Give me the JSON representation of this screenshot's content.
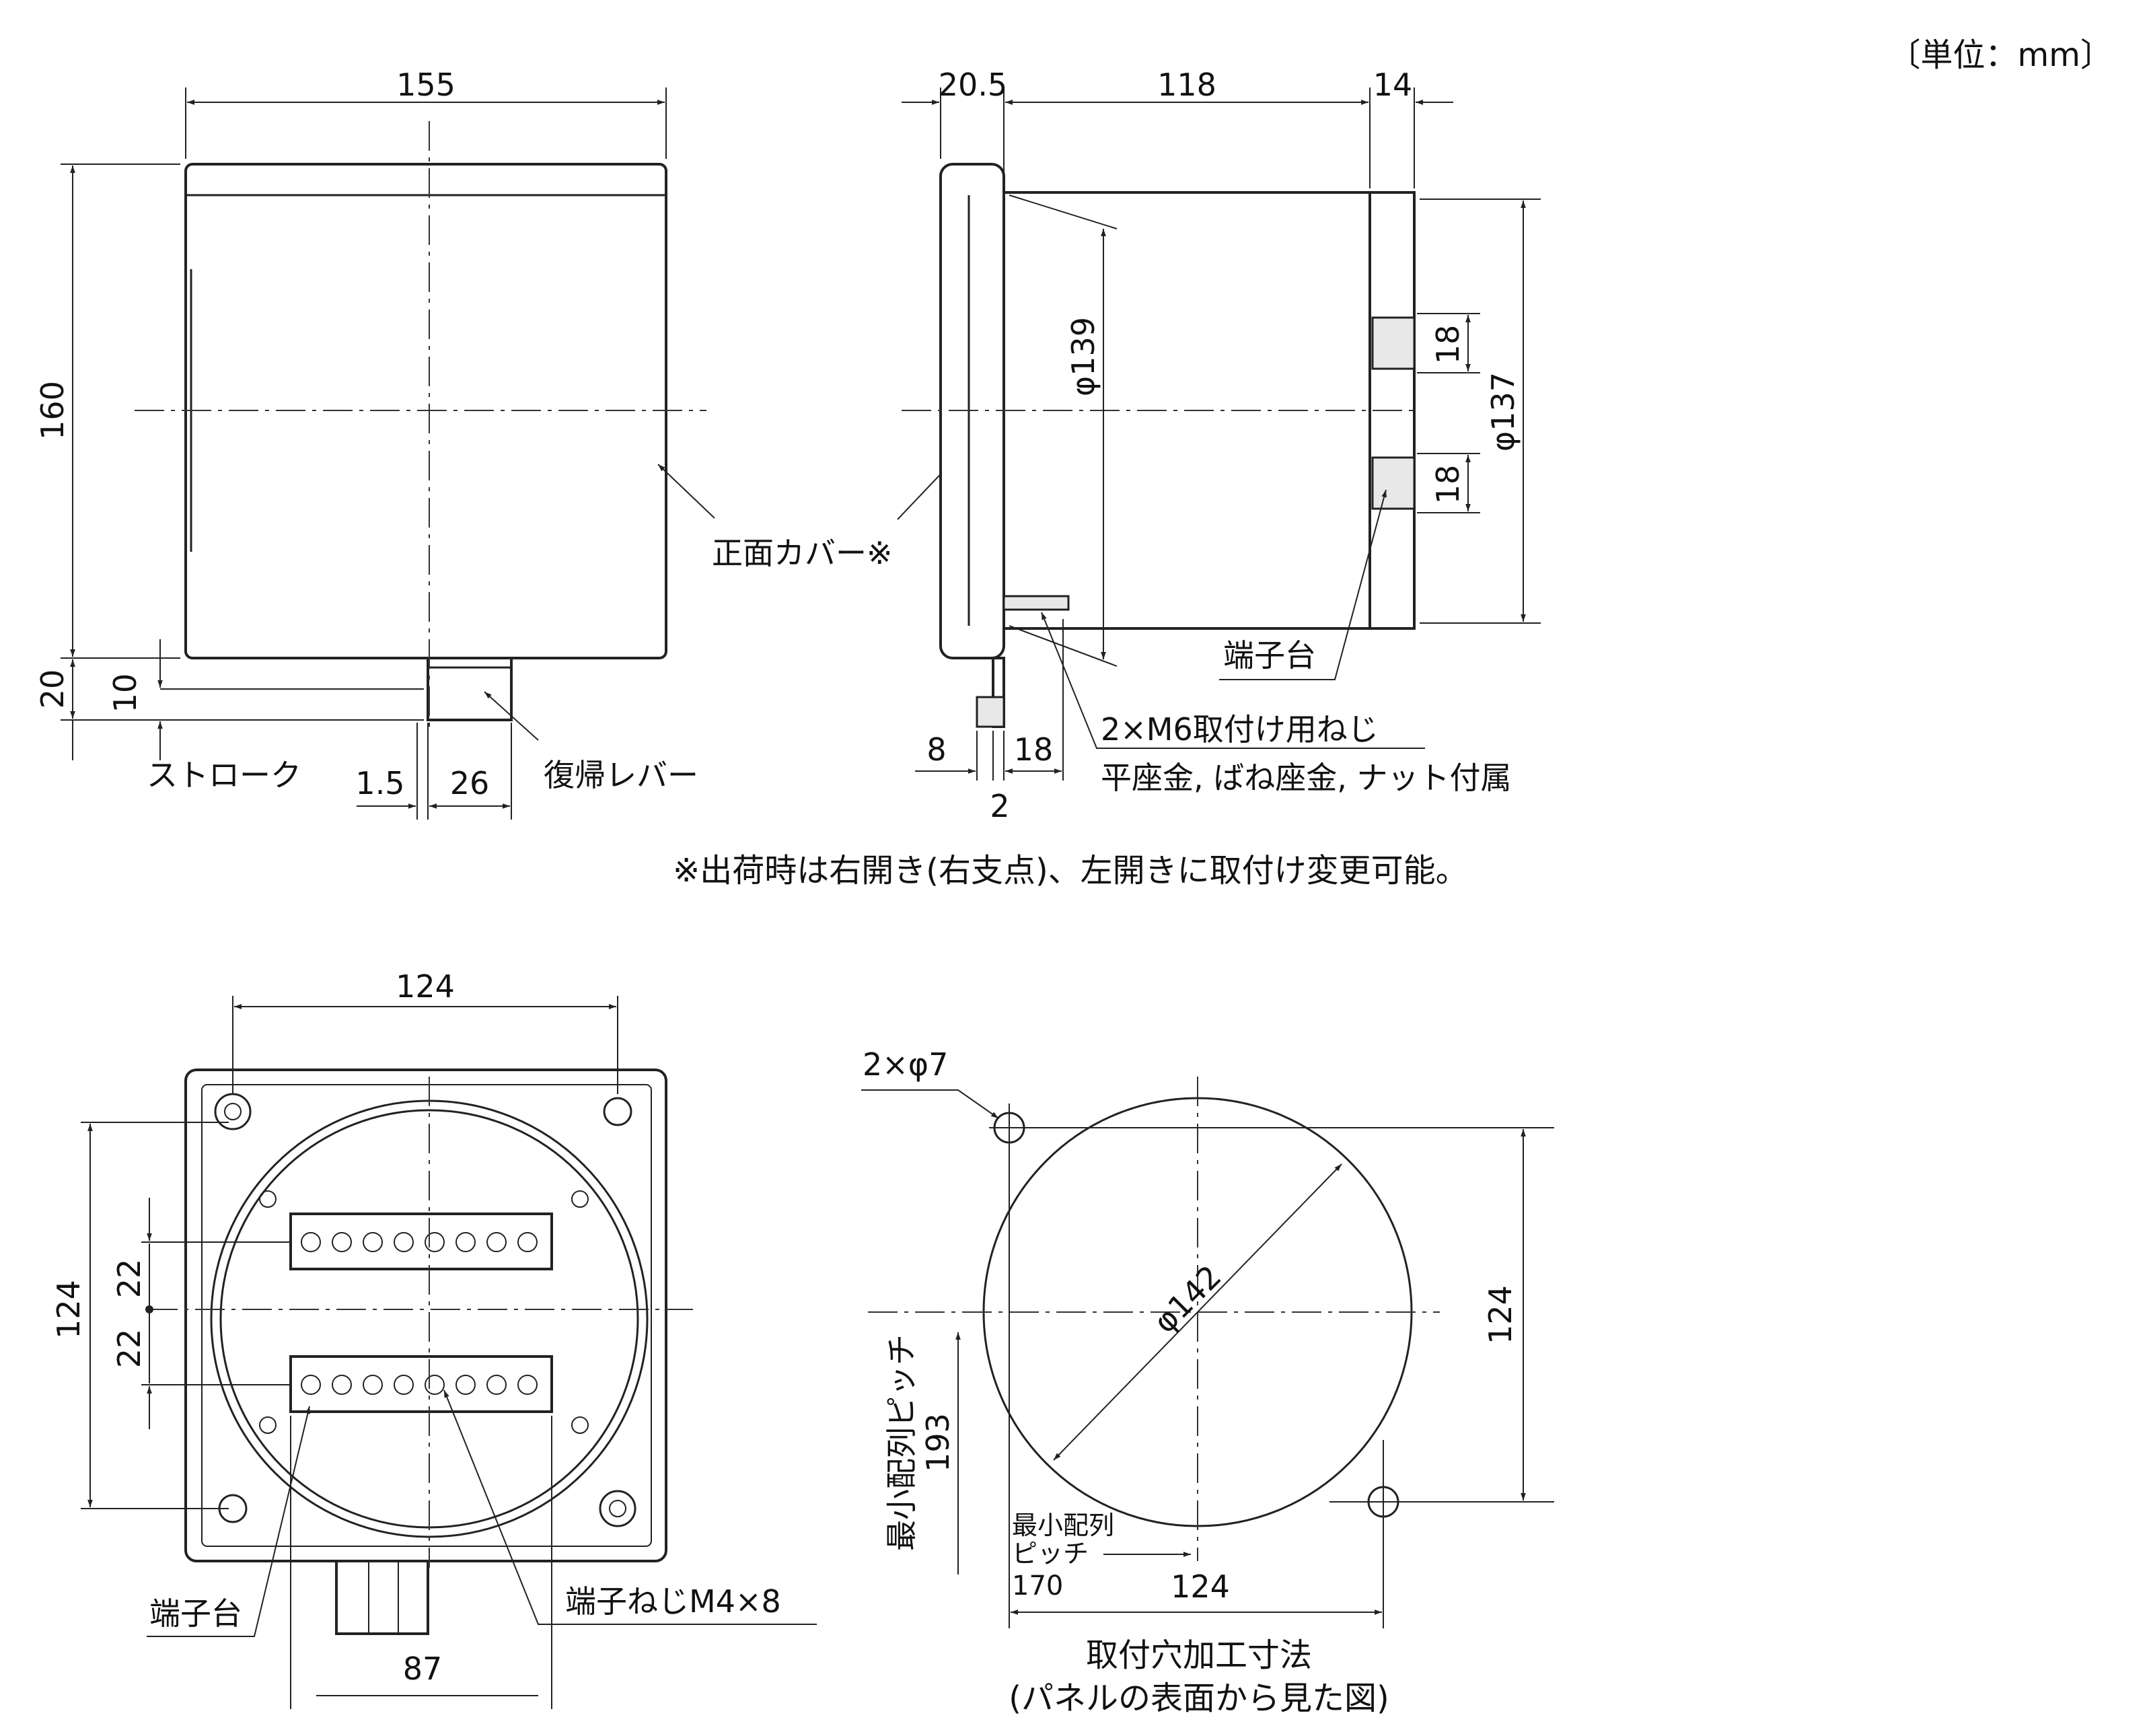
{
  "unit_note": "〔単位：mm〕",
  "colors": {
    "line": "#222222",
    "background": "#ffffff"
  },
  "front_view": {
    "width": "155",
    "height": "160",
    "lever_extension": "20",
    "stroke_value": "10",
    "offset": "1.5",
    "lever_width": "26",
    "stroke_label": "ストローク",
    "lever_label": "復帰レバー",
    "cover_label": "正面カバー※"
  },
  "side_view": {
    "dim_front": "20.5",
    "dim_body": "118",
    "dim_rear": "14",
    "phi_body": "φ139",
    "phi_rear": "φ137",
    "terminal_h1": "18",
    "terminal_h2": "18",
    "screw_8": "8",
    "screw_18": "18",
    "screw_2": "2",
    "terminal_label": "端子台",
    "screw_label": "2×M6取付け用ねじ",
    "screw_sub": "平座金, ばね座金, ナット付属"
  },
  "footnote": "※出荷時は右開き(右支点)、左開きに取付け変更可能。",
  "rear_view": {
    "pitch_h": "124",
    "pitch_v": "124",
    "row_a": "22",
    "row_b": "22",
    "bottom": "87",
    "terminal_label": "端子台",
    "screw_label": "端子ねじM4×8"
  },
  "panel_cutout": {
    "hole": "2×φ7",
    "phi": "φ142",
    "pitch_v": "124",
    "pitch_h": "124",
    "min_pitch_v_label": "最小配列ピッチ",
    "min_pitch_v_value": "193",
    "min_pitch_h_label1": "最小配列",
    "min_pitch_h_label2": "ピッチ",
    "min_pitch_h_value": "170",
    "title": "取付穴加工寸法",
    "subtitle": "(パネルの表面から見た図)"
  }
}
